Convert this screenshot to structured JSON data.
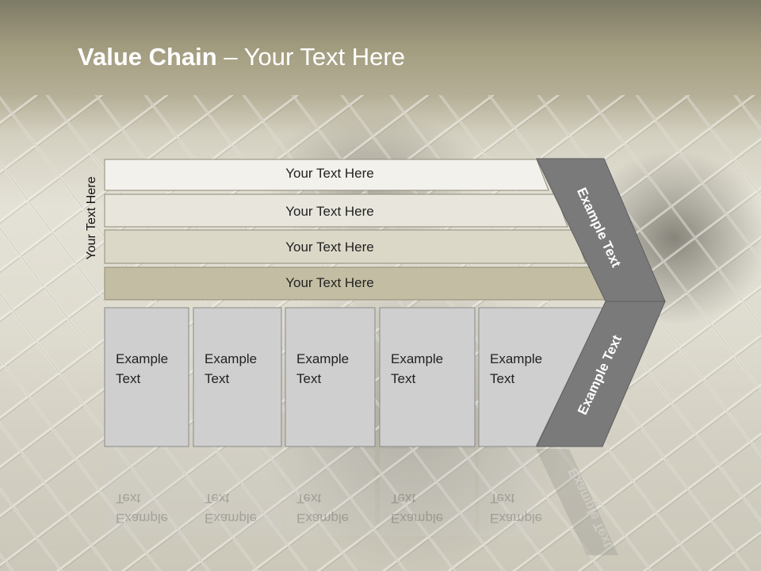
{
  "title": {
    "bold": "Value Chain",
    "rest": " – Your Text Here"
  },
  "side_label": "Your Text Here",
  "bands": [
    {
      "text": "Your Text Here",
      "color": "#f2f1ec"
    },
    {
      "text": "Your Text Here",
      "color": "#e8e6dc"
    },
    {
      "text": "Your Text Here",
      "color": "#dcd8c7"
    },
    {
      "text": "Your Text Here",
      "color": "#c3bea3"
    }
  ],
  "cards": [
    {
      "text": "Example\nText"
    },
    {
      "text": "Example\nText"
    },
    {
      "text": "Example\nText"
    },
    {
      "text": "Example\nText"
    },
    {
      "text": "Example\nText"
    }
  ],
  "chevron": {
    "upper_text": "Example Text",
    "lower_text": "Example Text",
    "color": "#7a7a7a"
  },
  "colors": {
    "card_fill": "#cfcfcf",
    "card_stroke": "#8a8a8a",
    "band_stroke": "#8f8b77"
  }
}
